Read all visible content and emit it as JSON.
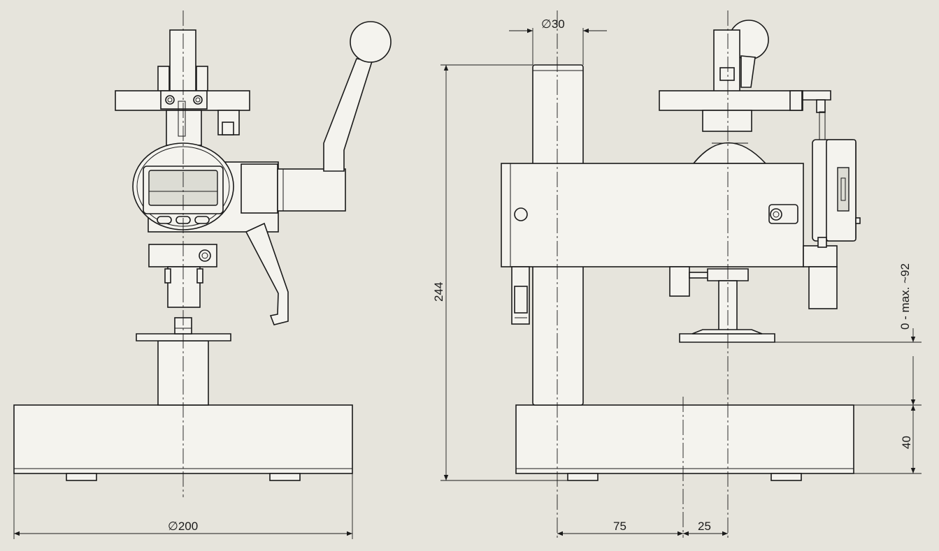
{
  "dimensions": {
    "post_diameter": "30",
    "base_diameter": "200",
    "overall_height": "244",
    "travel_range": "0 - max. ~92",
    "base_height": "40",
    "post_offset": "75",
    "anvil_offset": "25",
    "diameter_symbol": "∅"
  }
}
